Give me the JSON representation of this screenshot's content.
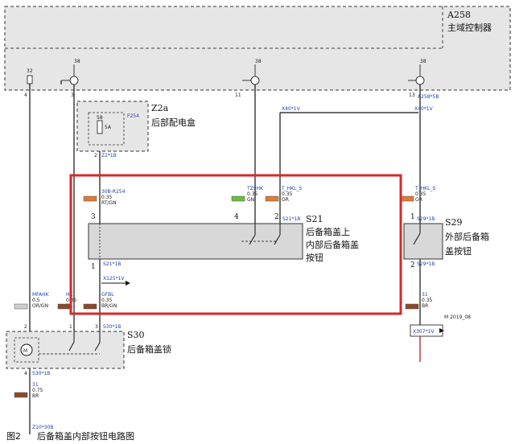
{
  "a258": {
    "code": "A258",
    "name": "主域控制器"
  },
  "z2a": {
    "code": "Z2a",
    "name": "后部配电盒",
    "fuse": "F254",
    "fuse_rating": "5A",
    "fuse_num": "58",
    "pin": "2",
    "conn": "Z2*1B"
  },
  "s21": {
    "code": "S21",
    "name_lines": [
      "后备箱盖上",
      "内部后备箱盖",
      "按钮"
    ],
    "pin3": "3",
    "pin4": "4",
    "pin2": "2",
    "pin1": "1",
    "conn_bottom": "S21*1B",
    "conn_top": "S21*1B"
  },
  "s29": {
    "code": "S29",
    "name_lines": [
      "外部后备箱",
      "盖按钮"
    ],
    "pin1": "1",
    "pin2": "2",
    "conn_top": "S29*1B",
    "conn_bottom": "S29*1B"
  },
  "s30": {
    "code": "S30",
    "name": "后备箱盖锁",
    "pin2": "2",
    "pin1": "1",
    "pin3": "3",
    "pin4": "4",
    "conn_top": "S30*1B",
    "conn_bottom": "S30*1B"
  },
  "module_pins": {
    "p1_num": "32",
    "p1_pin": "4",
    "p2_num": "38",
    "p2_pin": "3",
    "p3_num": "38",
    "p3_pin": "11",
    "p4_num": "38",
    "p4_pin": "13",
    "p4_conn": "A258*5B"
  },
  "wires": {
    "w_s21_3": {
      "name": "30B-R254",
      "gauge": "0.35",
      "color": "RT/GN"
    },
    "w_tzshk": {
      "name": "TZSHK",
      "gauge": "0.35",
      "color": "GN"
    },
    "w_thkls": {
      "name": "T_HKL_S",
      "gauge": "0.35",
      "color": "OR"
    },
    "w_thks": {
      "name": "T_HKL_S",
      "gauge": "0.35",
      "color": "OR"
    },
    "w_mfahk": {
      "name": "MFAHK",
      "gauge": "0.5",
      "color": "OR/GN"
    },
    "w_hk": {
      "name": "HK",
      "gauge": "0.35",
      "color": "BR"
    },
    "w_gfbl": {
      "name": "GFBL",
      "gauge": "0.35",
      "color": "BR/GN"
    },
    "w_s29_31": {
      "name": "31",
      "gauge": "0.35",
      "color": "BR"
    },
    "w_s30_31": {
      "name": "31",
      "gauge": "0.75",
      "color": "BR"
    }
  },
  "splices": {
    "x40_left": "X40*1V",
    "x40_right": "X40*1V",
    "x125": "X125*1V",
    "x307": "X307*1V",
    "z10": "Z10*30B",
    "s30_conn": "S30*1B",
    "m_ref": "M 2019_08"
  },
  "caption": {
    "fig": "图2",
    "title": "后备箱盖内部按钮电路图"
  },
  "colors": {
    "highlight_red": "#d42a2a",
    "wire_black": "#111111",
    "wire_blue": "#1d3fb0",
    "module_fill": "#e6e6e6",
    "switch_fill": "#d8d8d8",
    "swatch_orange": "#e07a3a",
    "swatch_green": "#6bbd3e",
    "swatch_brown": "#8a4a2a",
    "swatch_grey": "#cfcfcf"
  }
}
